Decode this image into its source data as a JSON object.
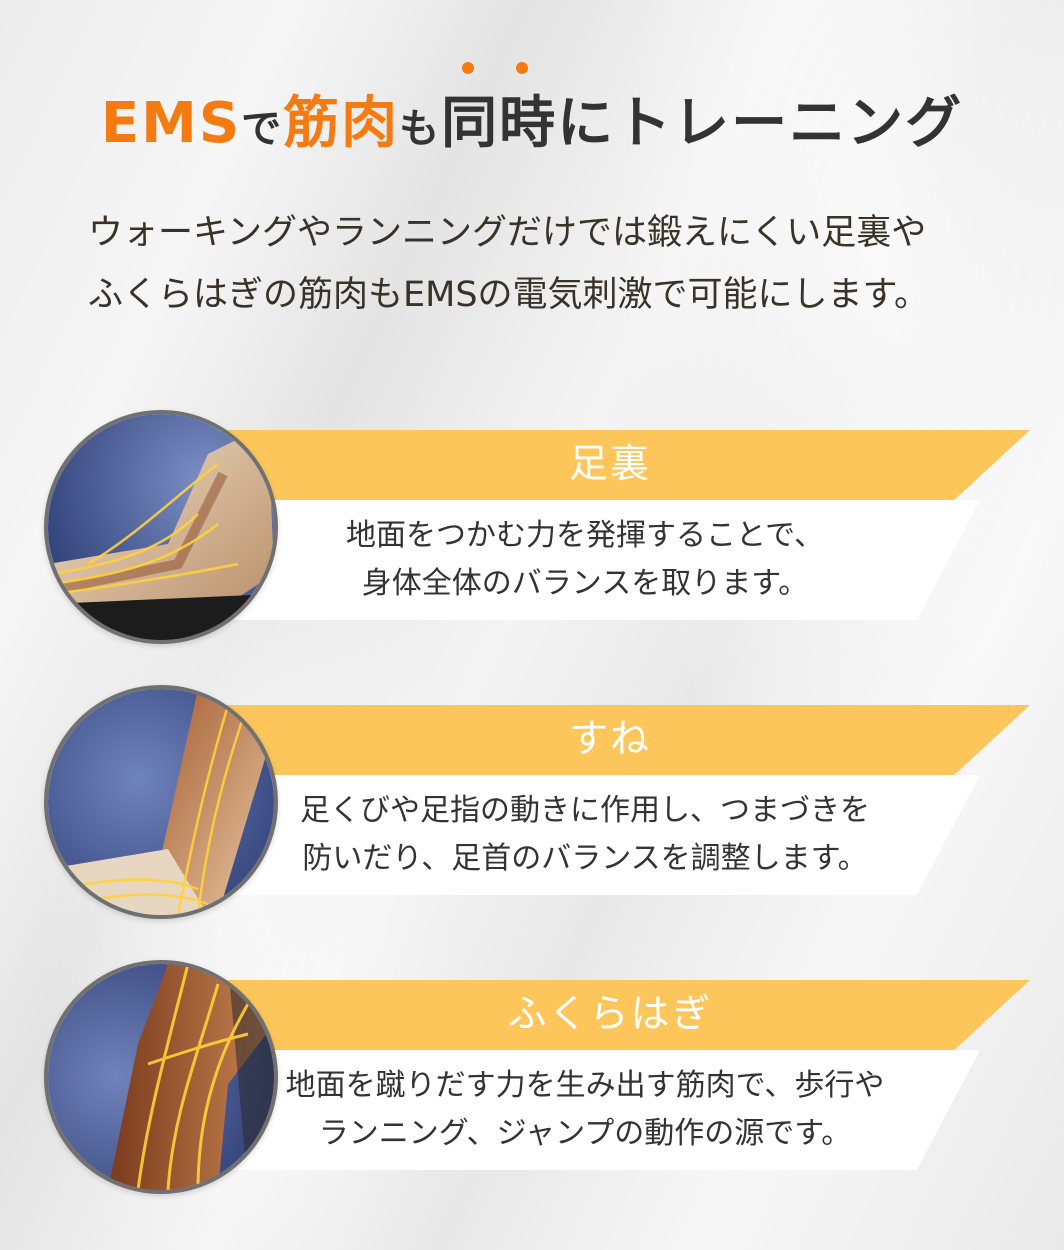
{
  "title": {
    "part1": "EMS",
    "part2": "で",
    "part3": "筋肉",
    "part4": "も",
    "part5": "同時にトレーニング"
  },
  "intro": {
    "line1": "ウォーキングやランニングだけでは鍛えにくい足裏や",
    "line2": "ふくらはぎの筋肉もEMSの電気刺激で可能にします。"
  },
  "sections": [
    {
      "label": "足裏",
      "line1": "地面をつかむ力を発揮することで、",
      "line2": "身体全体のバランスを取ります。",
      "image_icon": "foot-sole-muscle-illustration"
    },
    {
      "label": "すね",
      "line1": "足くびや足指の動きに作用し、つまづきを",
      "line2": "防いだり、足首のバランスを調整します。",
      "image_icon": "shin-muscle-illustration"
    },
    {
      "label": "ふくらはぎ",
      "line1": "地面を蹴りだす力を生み出す筋肉で、歩行や",
      "line2": "ランニング、ジャンプの動作の源です。",
      "image_icon": "calf-muscle-illustration"
    }
  ],
  "colors": {
    "accent": "#f47b12",
    "band": "#fcc65a",
    "text": "#333333"
  }
}
